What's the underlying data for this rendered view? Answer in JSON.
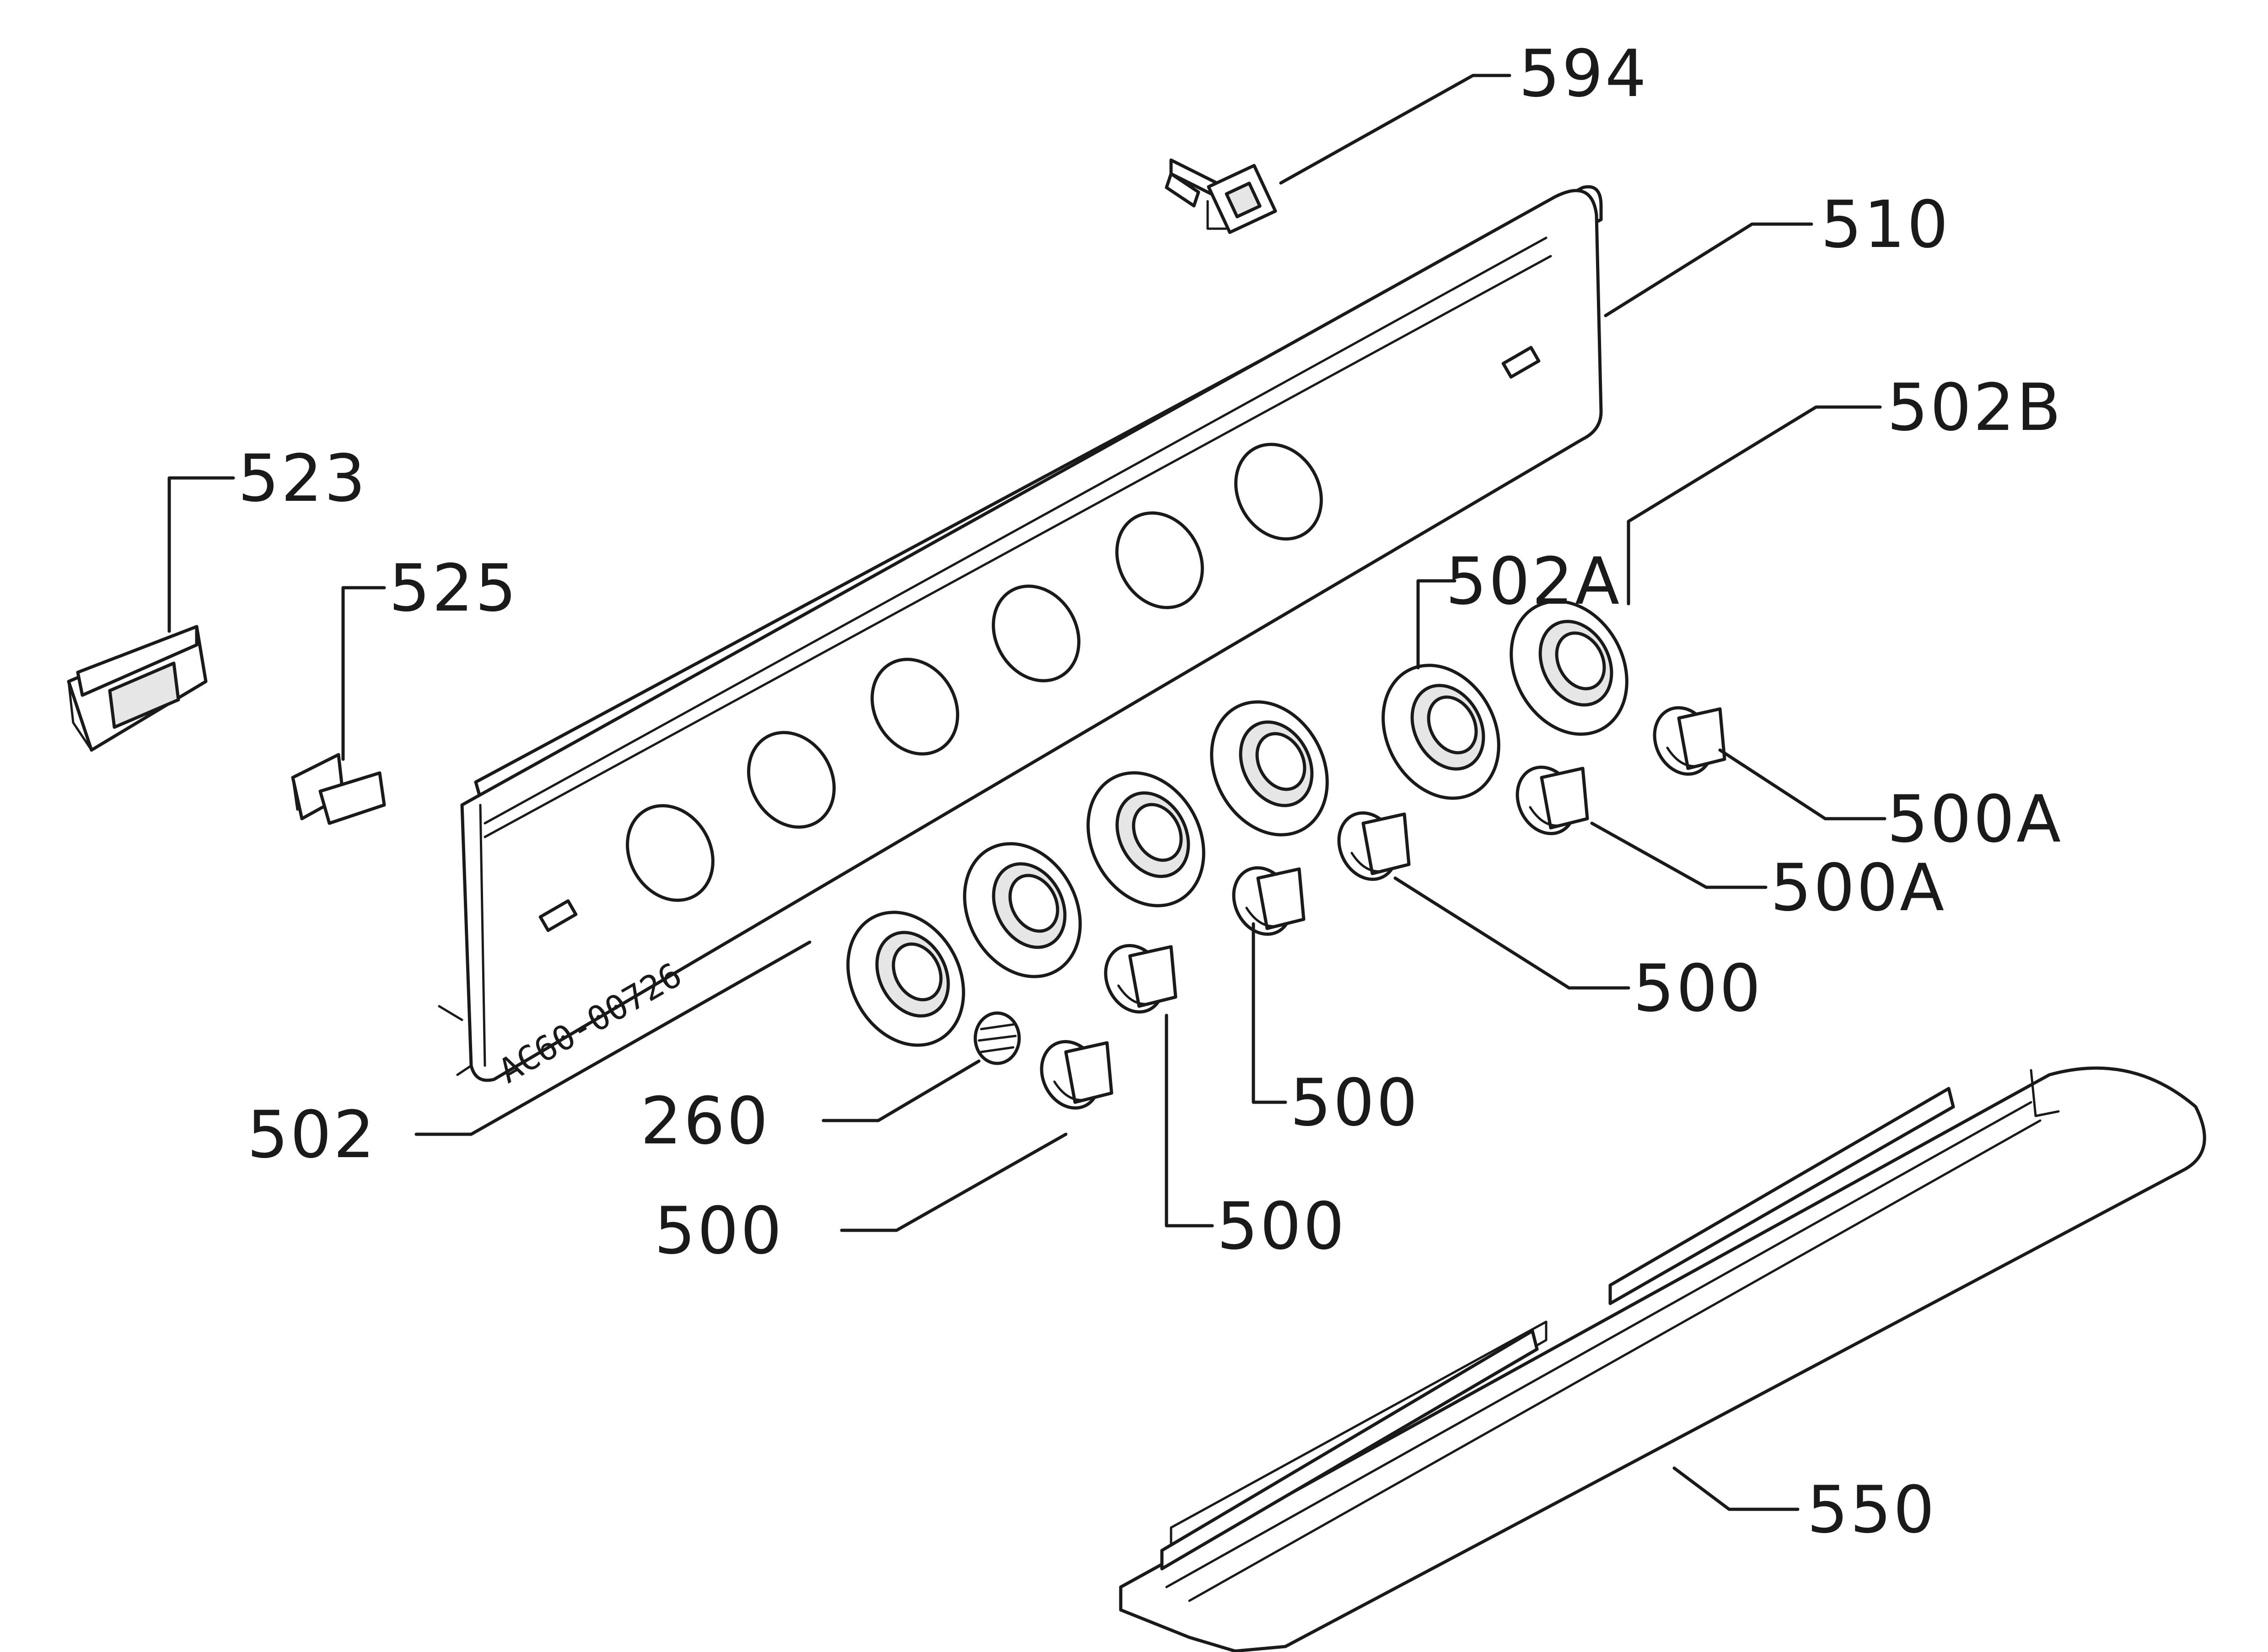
{
  "diagram": {
    "callouts": {
      "c594": "594",
      "c510": "510",
      "c502B": "502B",
      "c523": "523",
      "c525": "525",
      "c502A": "502A",
      "c500A_1": "500A",
      "c500A_2": "500A",
      "c500_1": "500",
      "c500_2": "500",
      "c502": "502",
      "c260": "260",
      "c500_3": "500",
      "c500_4": "500",
      "c550": "550"
    },
    "panel_stamp": "AC60-00726"
  }
}
